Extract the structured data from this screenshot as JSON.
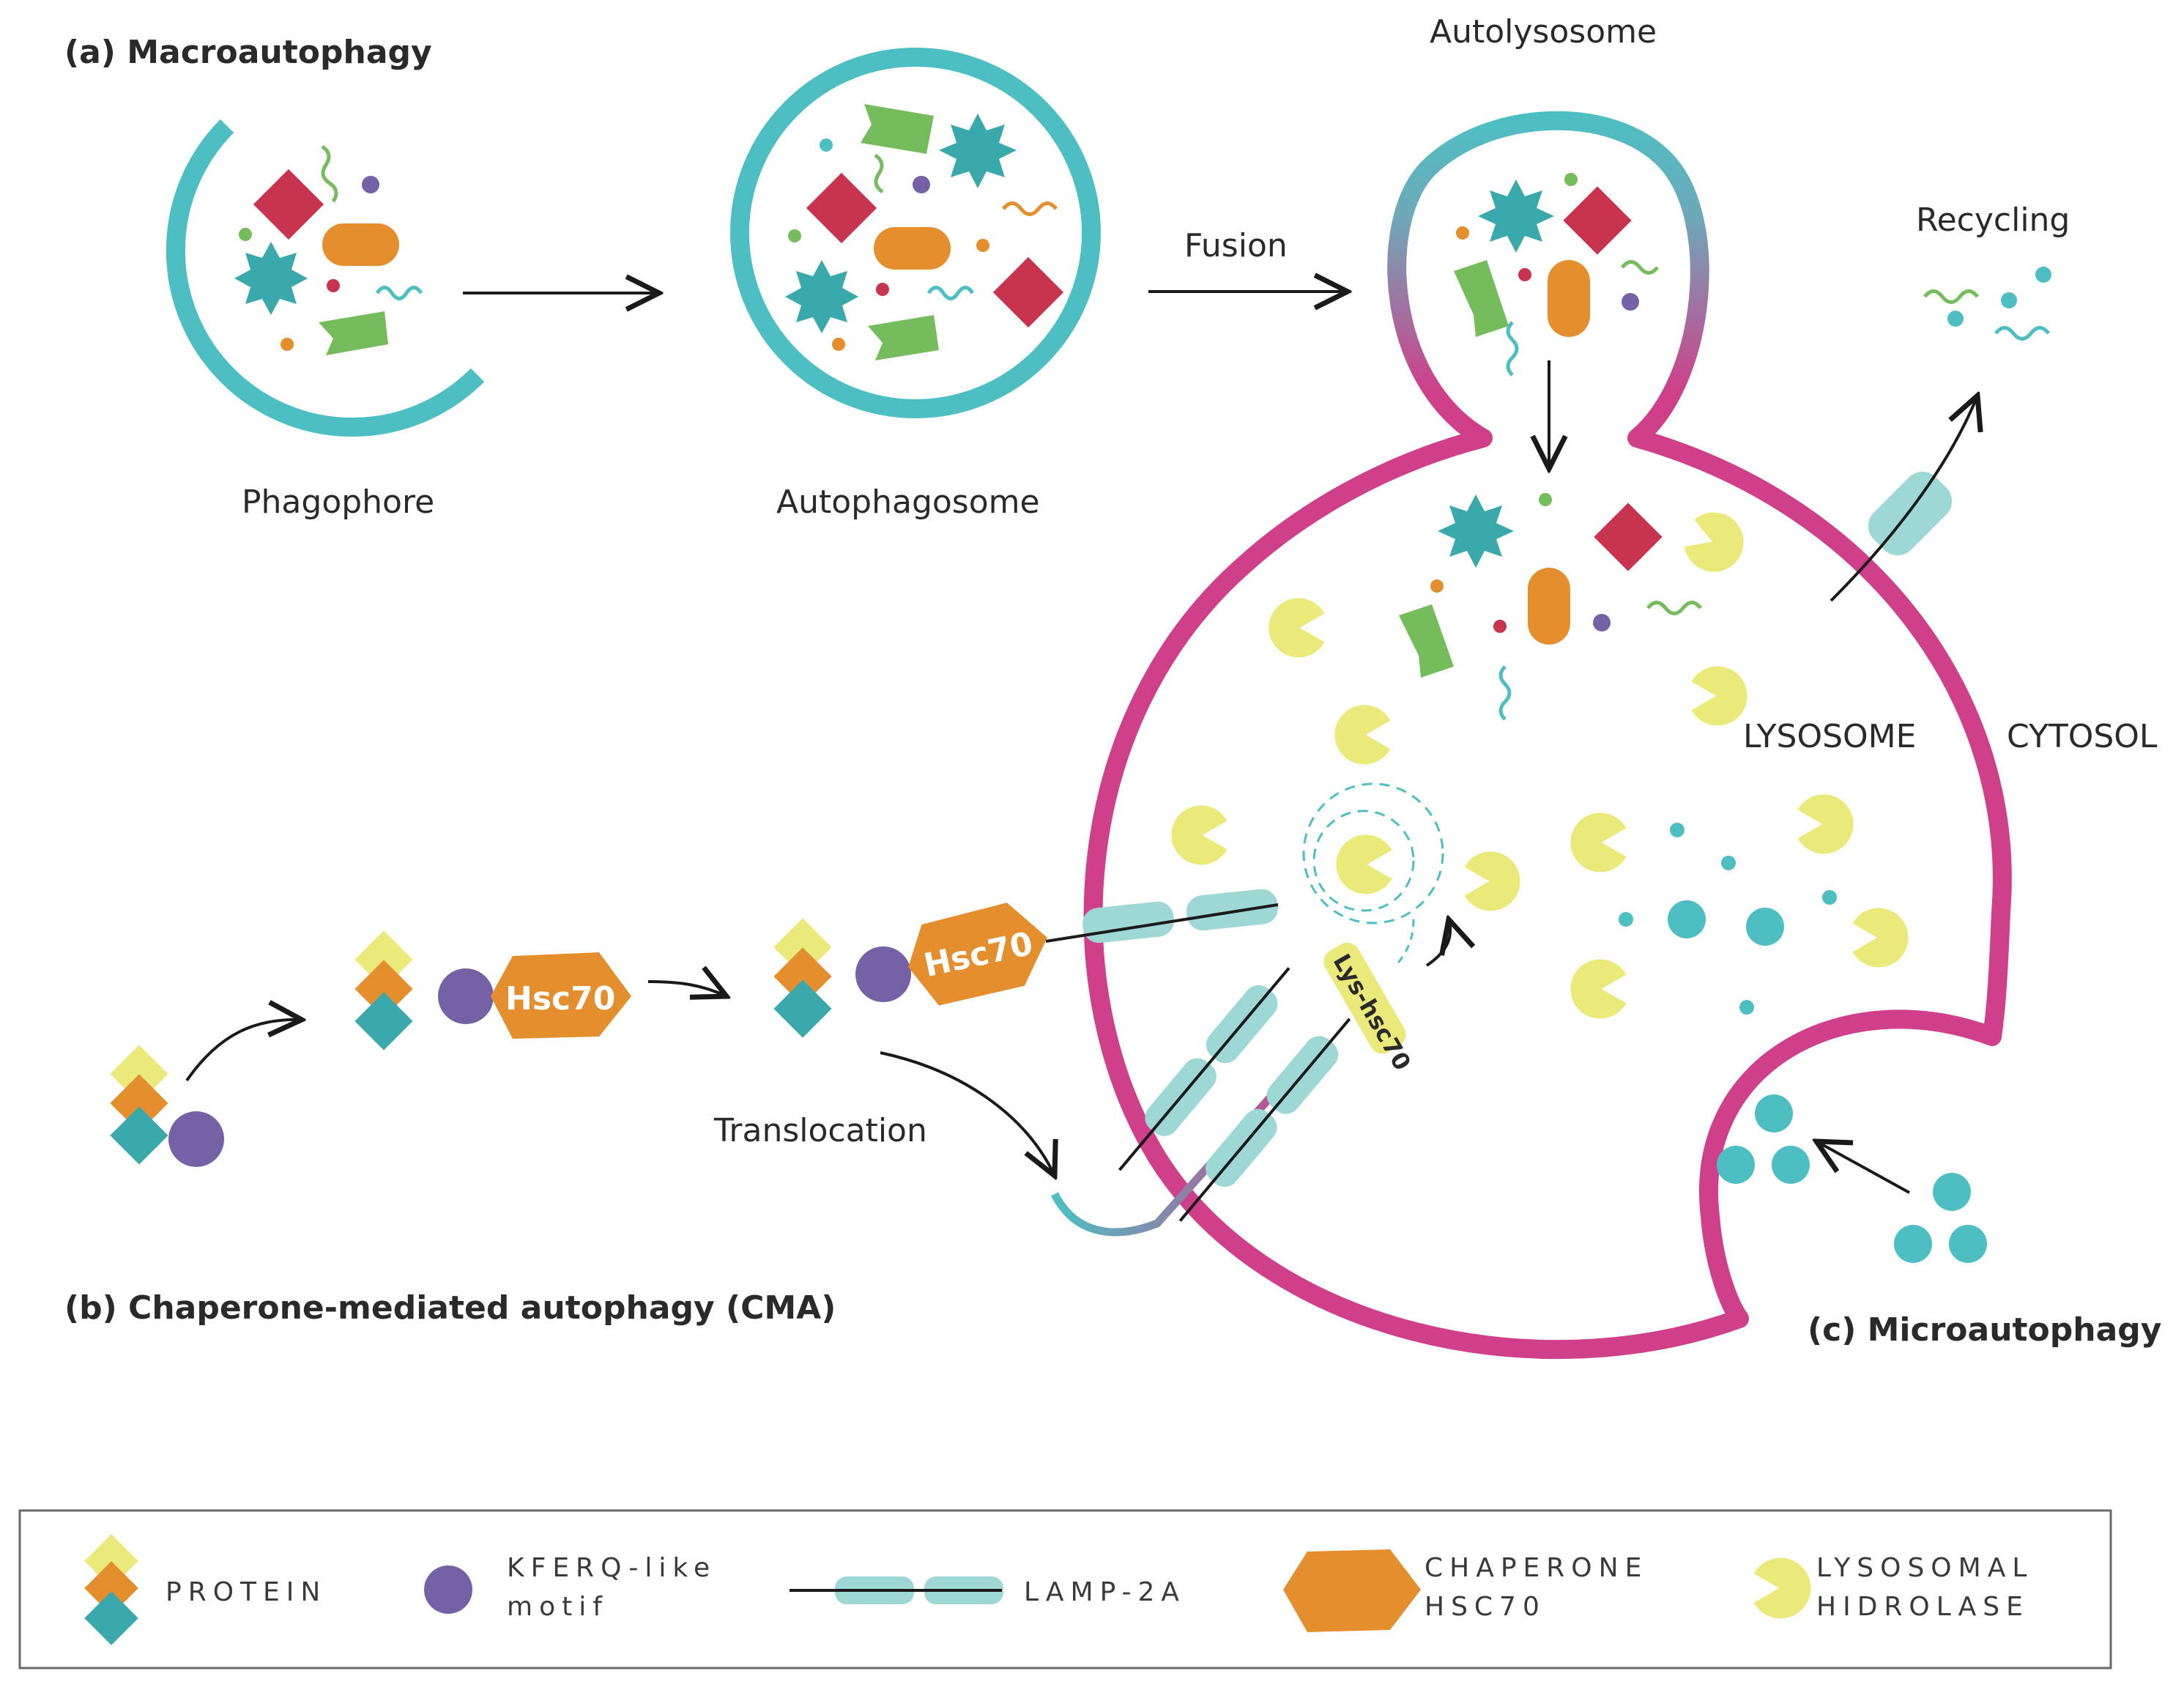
{
  "title_a": "(a) Macroautophagy",
  "title_b": "(b) Chaperone-mediated autophagy (CMA)",
  "title_c": "(c) Microautophagy",
  "labels": {
    "phagophore": "Phagophore",
    "autophagosome": "Autophagosome",
    "autolysosome": "Autolysosome",
    "fusion": "Fusion",
    "recycling": "Recycling",
    "lysosome": "LYSOSOME",
    "cytosol": "CYTOSOL",
    "translocation": "Translocation",
    "hsc70_1": "Hsc70",
    "hsc70_2": "Hsc70",
    "lys_hsc70": "Lys-hsc70"
  },
  "legend": {
    "protein": "PROTEIN",
    "kferq_line1": "KFERQ-like",
    "kferq_line2": "motif",
    "lamp": "LAMP-2A",
    "chaperone_line1": "CHAPERONE",
    "chaperone_line2": "HSC70",
    "hydrolase_line1": "LYSOSOMAL",
    "hydrolase_line2": "HIDROLASE"
  },
  "colors": {
    "teal_membrane": "#4dbfc3",
    "magenta_membrane": "#cf3f8a",
    "orange_chaperone": "#e58e2e",
    "purple_motif": "#7561a6",
    "yellow_hydrolase": "#e9ea7a",
    "lamp_fill": "#9ed8d4",
    "crimson_cargo": "#c8334d",
    "green_cargo": "#75bd5c",
    "teal_star": "#3aa9ab"
  }
}
